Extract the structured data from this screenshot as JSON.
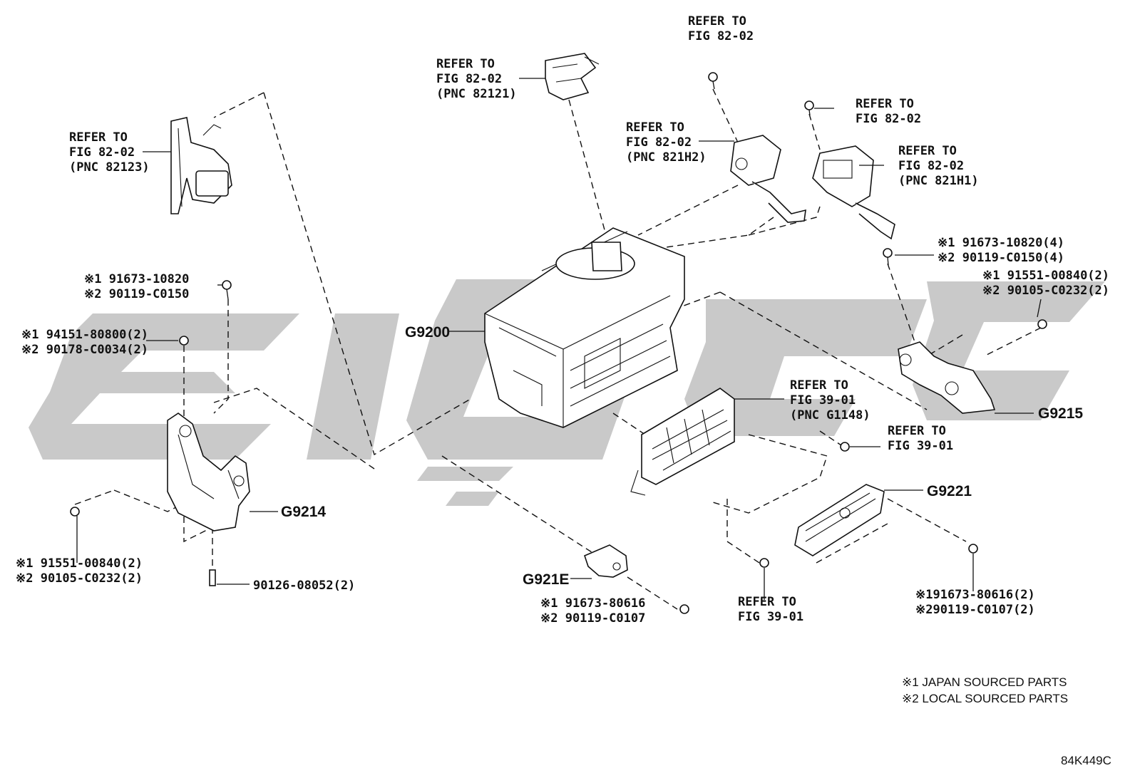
{
  "diagram_id": "84K449C",
  "notes": {
    "line1": "※1 JAPAN SOURCED PARTS",
    "line2": "※2 LOCAL SOURCED PARTS"
  },
  "callouts": {
    "g9200": "G9200",
    "g9214": "G9214",
    "g9215": "G9215",
    "g9221": "G9221",
    "g921e": "G921E"
  },
  "refs": {
    "r82123": {
      "l1": "REFER TO",
      "l2": "FIG 82-02",
      "l3": "(PNC 82123)"
    },
    "r82121": {
      "l1": "REFER TO",
      "l2": "FIG 82-02",
      "l3": "(PNC 82121)"
    },
    "r8202_top": {
      "l1": "REFER TO",
      "l2": "FIG 82-02"
    },
    "r821h2": {
      "l1": "REFER TO",
      "l2": "FIG 82-02",
      "l3": "(PNC 821H2)"
    },
    "r8202_right": {
      "l1": "REFER TO",
      "l2": "FIG 82-02"
    },
    "r821h1": {
      "l1": "REFER TO",
      "l2": "FIG 82-02",
      "l3": "(PNC 821H1)"
    },
    "rg1148": {
      "l1": "REFER TO",
      "l2": "FIG 39-01",
      "l3": "(PNC G1148)"
    },
    "r3901_right": {
      "l1": "REFER TO",
      "l2": "FIG 39-01"
    },
    "r3901_bottom": {
      "l1": "REFER TO",
      "l2": "FIG 39-01"
    }
  },
  "parts": {
    "p_bolt_top_left": {
      "l1": "※1 91673-10820",
      "l2": "※2 90119-C0150"
    },
    "p_nut_left": {
      "l1": "※1 94151-80800(2)",
      "l2": "※2 90178-C0034(2)"
    },
    "p_bolt_bottom_left": {
      "l1": "※1 91551-00840(2)",
      "l2": "※2 90105-C0232(2)"
    },
    "p_stud": {
      "l1": "90126-08052(2)"
    },
    "p_bolt_right_top": {
      "l1": "※1 91673-10820(4)",
      "l2": "※2 90119-C0150(4)"
    },
    "p_bolt_right_mid": {
      "l1": "※1 91551-00840(2)",
      "l2": "※2 90105-C0232(2)"
    },
    "p_bolt_g921e": {
      "l1": "※1 91673-80616",
      "l2": "※2 90119-C0107"
    },
    "p_bolt_g9221": {
      "l1": "※191673-80616(2)",
      "l2": "※290119-C0107(2)"
    }
  }
}
